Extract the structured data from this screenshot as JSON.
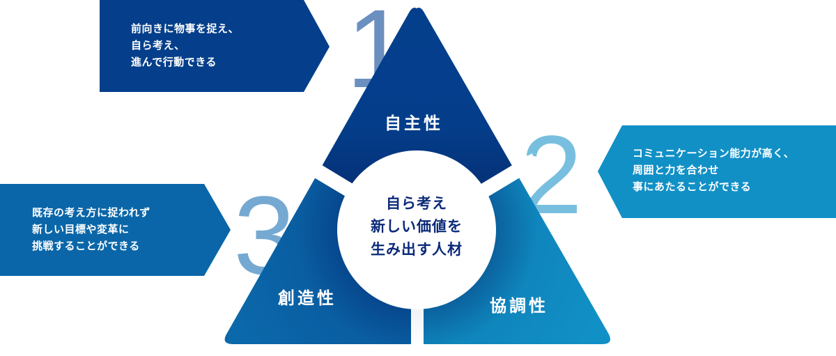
{
  "diagram": {
    "center": {
      "lines": [
        "自ら考え",
        "新しい価値を",
        "生み出す人材"
      ]
    },
    "pieces": [
      {
        "id": 1,
        "number": "1",
        "label": "自主性",
        "color_top": "#043e8c",
        "color_bottom": "#062a6e",
        "number_color": "#6b8fbf"
      },
      {
        "id": 2,
        "number": "2",
        "label": "協調性",
        "color": "#1190c6",
        "number_color": "#78bfdf"
      },
      {
        "id": 3,
        "number": "3",
        "label": "創造性",
        "color": "#0a66a8",
        "number_color": "#75a9d2"
      }
    ],
    "callouts": [
      {
        "id": 1,
        "lines": [
          "前向きに物事を捉え、",
          "自ら考え、",
          "進んで行動できる"
        ],
        "color": "#053f8b"
      },
      {
        "id": 2,
        "lines": [
          "コミュニケーション能力が高く、",
          "周囲と力を合わせ",
          "事にあたることができる"
        ],
        "color": "#1190c6"
      },
      {
        "id": 3,
        "lines": [
          "既存の考え方に捉われず",
          "新しい目標や変革に",
          "挑戦することができる"
        ],
        "color": "#0a66a8"
      }
    ]
  }
}
